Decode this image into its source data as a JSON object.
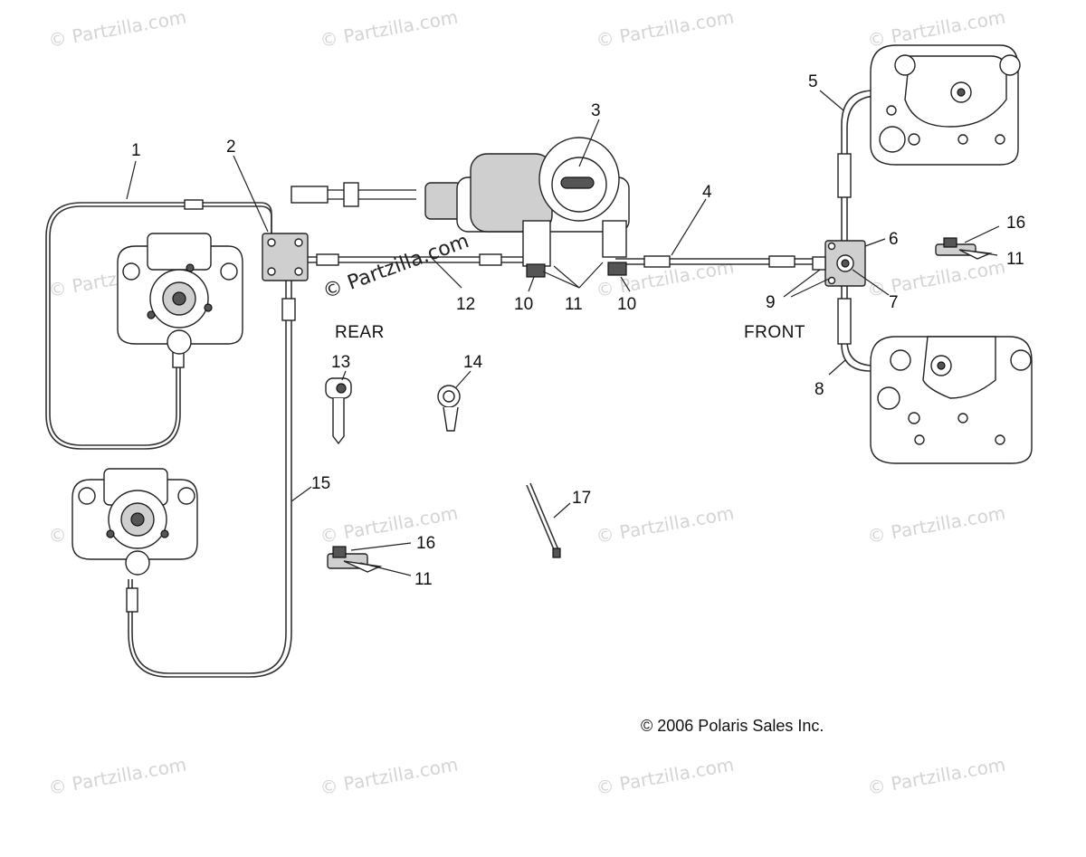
{
  "watermark": "© Partzilla.com",
  "copyright": "© 2006 Polaris Sales Inc.",
  "sections": {
    "rear": "REAR",
    "front": "FRONT"
  },
  "callouts": {
    "c1": "1",
    "c2": "2",
    "c3": "3",
    "c4": "4",
    "c5": "5",
    "c6": "6",
    "c7": "7",
    "c8": "8",
    "c9": "9",
    "c10a": "10",
    "c10b": "10",
    "c11a": "11",
    "c11b": "11",
    "c11c": "11",
    "c12": "12",
    "c13": "13",
    "c14": "14",
    "c15": "15",
    "c16a": "16",
    "c16b": "16",
    "c17": "17"
  }
}
